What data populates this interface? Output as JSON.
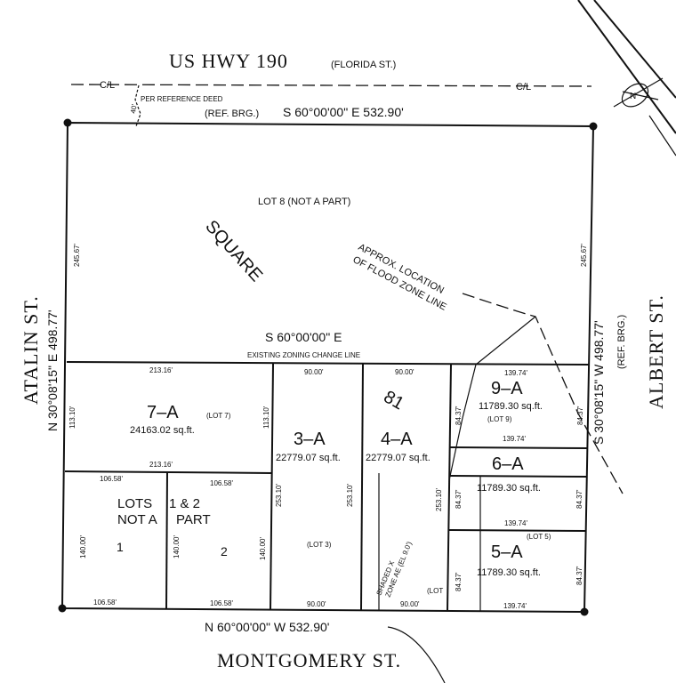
{
  "streets": {
    "north": "US HWY 190",
    "north_alt": "(FLORIDA ST.)",
    "south": "MONTGOMERY ST.",
    "west": "ATALIN ST.",
    "east": "ALBERT ST."
  },
  "centerline": {
    "left": "C/L",
    "right": "C/L"
  },
  "ref_deed": "PER REFERENCE DEED",
  "row_width": "40'",
  "bearings": {
    "north": "S 60°00'00\" E  532.90'",
    "north_ref": "(REF. BRG.)",
    "south": "N 60°00'00\" W  532.90'",
    "west": "N 30°08'15\" E  498.77'",
    "east": "S 30°08'15\" W  498.77'",
    "east_ref": "(REF. BRG.)",
    "middle": "S 60°00'00\" E"
  },
  "zoning_line": "EXISTING ZONING CHANGE LINE",
  "flood_zone_note": [
    "APPROX. LOCATION",
    "OF FLOOD ZONE LINE"
  ],
  "square_label": "SQUARE",
  "square_number": "81",
  "lot8_label": "LOT 8 (NOT A PART)",
  "lots": {
    "lot7a": {
      "name": "7–A",
      "ref": "(LOT 7)",
      "area": "24163.02 sq.ft."
    },
    "lot3a": {
      "name": "3–A",
      "area": "22779.07 sq.ft.",
      "ref": "(LOT 3)"
    },
    "lot4a": {
      "name": "4–A",
      "area": "22779.07 sq.ft.",
      "ref": "(LOT"
    },
    "lot9a": {
      "name": "9–A",
      "area": "11789.30 sq.ft.",
      "ref": "(LOT 9)"
    },
    "lot6a": {
      "name": "6–A",
      "area": "11789.30 sq.ft."
    },
    "lot5a": {
      "name": "5–A",
      "area": "11789.30 sq.ft.",
      "ref": "(LOT 5)"
    },
    "lots12": {
      "line1": "LOTS",
      "amp": "1 & 2",
      "line2a": "NOT A",
      "line2b": "PART",
      "lot1": "1",
      "lot2": "2"
    }
  },
  "shaded_zone": [
    "SHADED X",
    "ZONE AE (EL 9.0')"
  ],
  "dims": {
    "north_side_w": "245.67'",
    "north_side_e": "245.67'",
    "lot7_top": "213.16'",
    "lot7_bot": "213.16'",
    "lot7_side": "113.10'",
    "lot7_side_e": "113.10'",
    "lot3_top": "90.00'",
    "lot3_bot": "90.00'",
    "lot3_side": "253.10'",
    "lot4_top": "90.00'",
    "lot4_bot": "90.00'",
    "lot4_side": "253.10'",
    "lot9_top": "139.74'",
    "lot9_bot": "139.74'",
    "lot9_w": "84.37'",
    "lot9_e": "84.37'",
    "lot6_bot": "139.74'",
    "lot6_w": "84.37'",
    "lot6_e": "84.37'",
    "lot5_bot": "139.74'",
    "lot5_w": "84.37'",
    "lot5_e": "84.37'",
    "lot1_top": "106.58'",
    "lot1_bot": "106.58'",
    "lot1_side": "140.00'",
    "lot2_top": "106.58'",
    "lot2_bot": "106.58'",
    "lot2_side": "140.00'",
    "lot2_side_e": "140.00'"
  }
}
